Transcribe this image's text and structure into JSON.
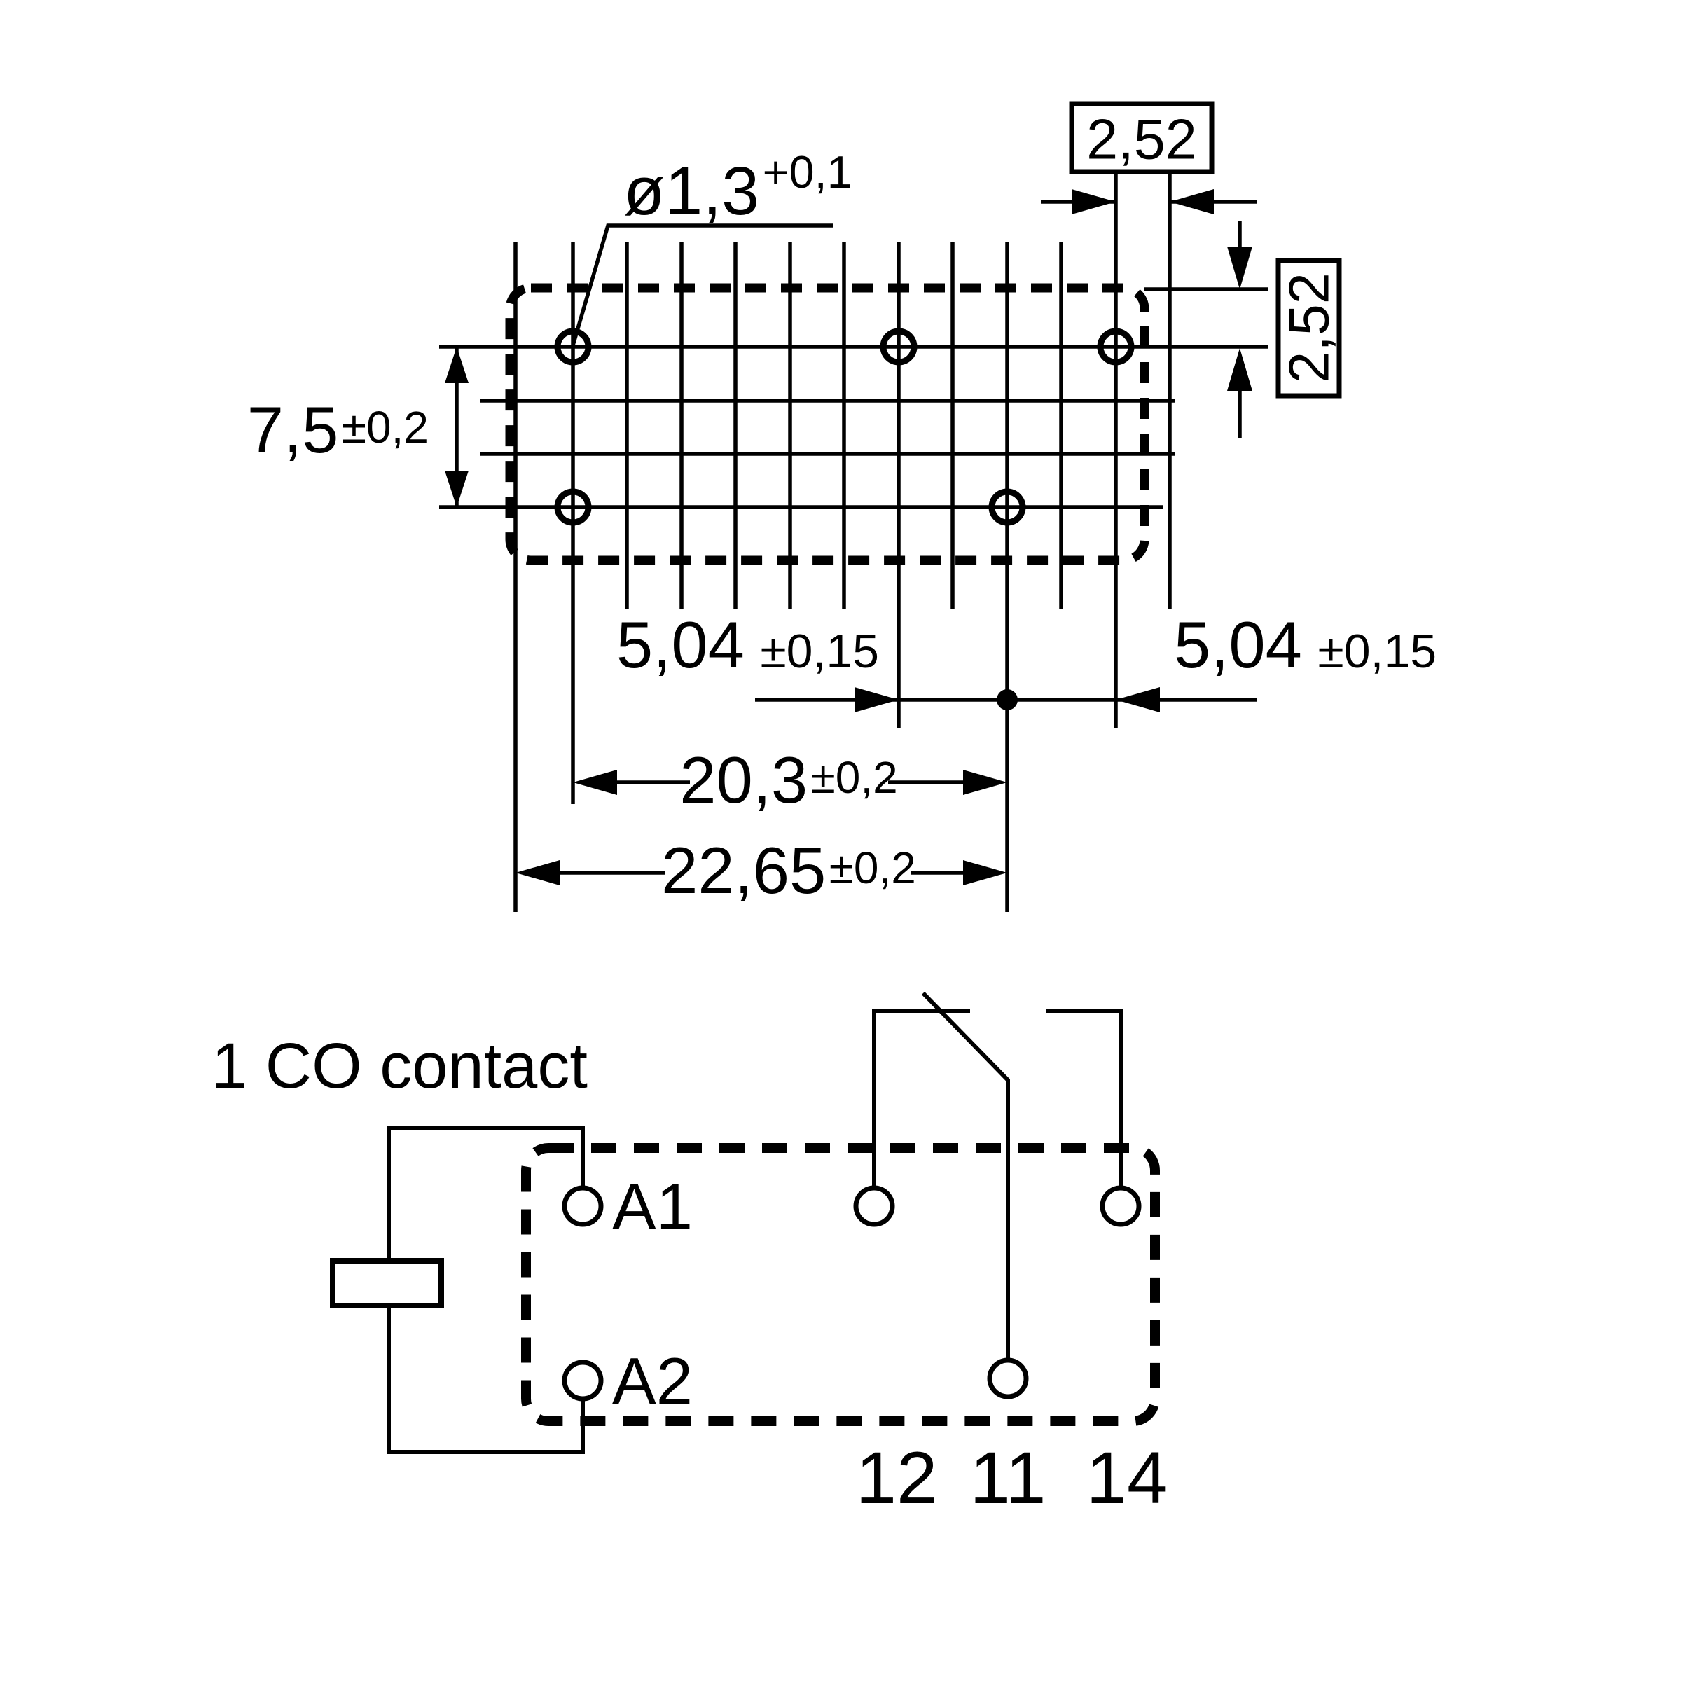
{
  "footprint": {
    "hole_diameter": {
      "value": "ø1,3",
      "tolerance": "+0,1"
    },
    "pitch_box_top": "2,52",
    "pitch_box_right": "2,52",
    "row_spacing": {
      "value": "7,5",
      "tolerance": "±0,2"
    },
    "pitch_left": {
      "value": "5,04",
      "tolerance": "±0,15"
    },
    "pitch_right": {
      "value": "5,04",
      "tolerance": "±0,15"
    },
    "span_inner": {
      "value": "20,3",
      "tolerance": "±0,2"
    },
    "span_outer": {
      "value": "22,65",
      "tolerance": "±0,2"
    }
  },
  "schematic": {
    "caption": "1 CO contact",
    "terminals": {
      "coil_a1": "A1",
      "coil_a2": "A2",
      "nc": "12",
      "common": "11",
      "no": "14"
    }
  },
  "colors": {
    "ink": "#000000",
    "background": "#ffffff"
  }
}
